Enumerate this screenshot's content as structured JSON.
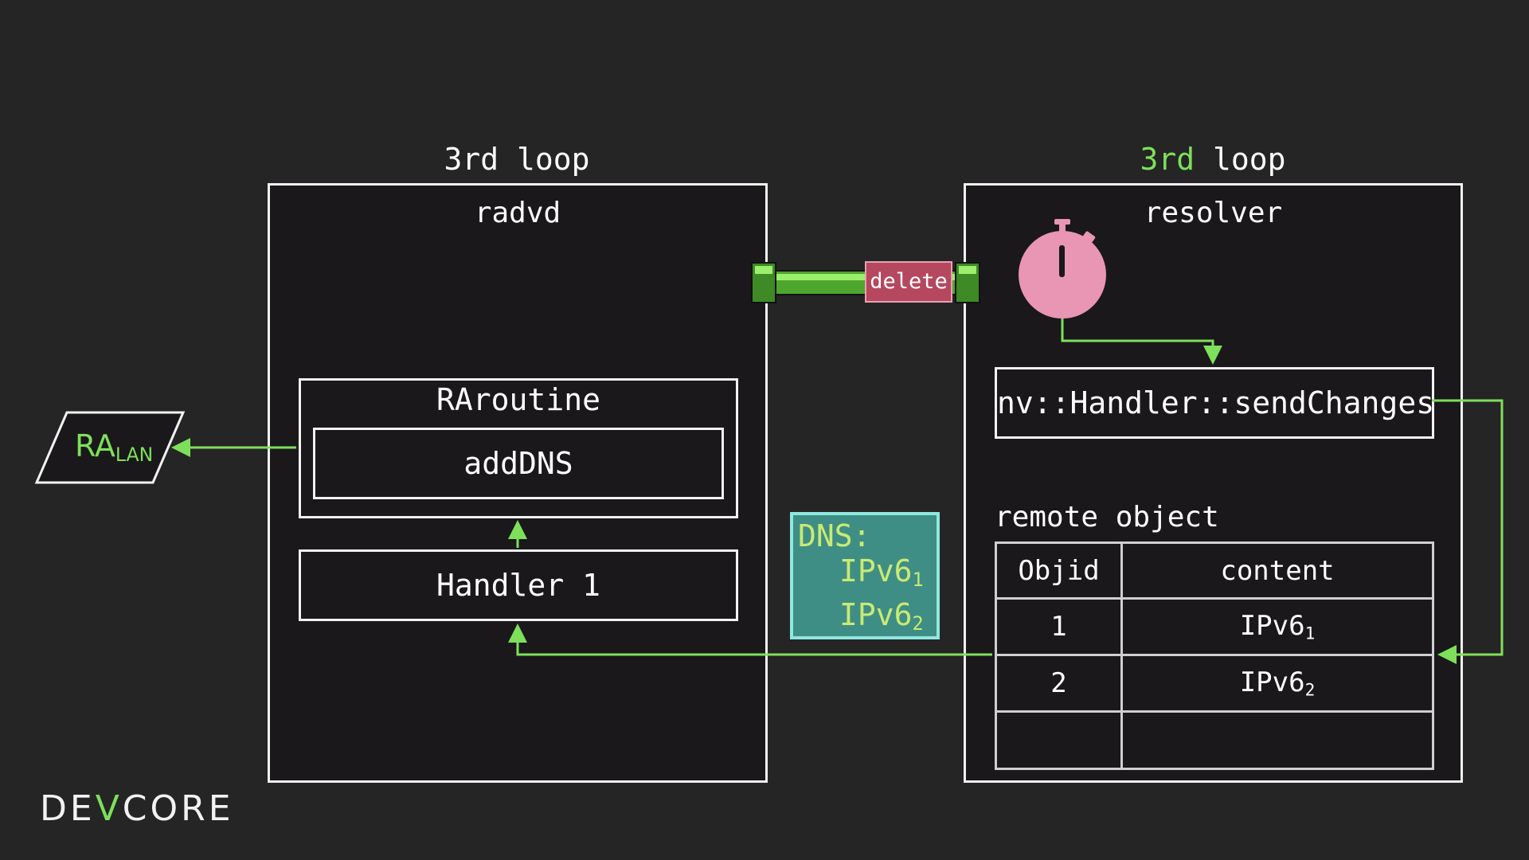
{
  "left_loop": {
    "prefix": "3rd",
    "suffix": "loop"
  },
  "right_loop": {
    "prefix": "3rd",
    "suffix": "loop"
  },
  "left_process": {
    "title": "radvd",
    "routine": "RAroutine",
    "function": "addDNS",
    "handler": "Handler 1"
  },
  "ra_lan": {
    "main": "RA",
    "sub": "LAN"
  },
  "pipe_label": "delete",
  "dns_note": {
    "title": "DNS:",
    "entries": [
      {
        "main": "IPv6",
        "sub": "1"
      },
      {
        "main": "IPv6",
        "sub": "2"
      }
    ]
  },
  "right_process": {
    "title": "resolver",
    "send_changes": "nv::Handler::sendChanges",
    "remote_object_label": "remote object",
    "table": {
      "headers": [
        "Objid",
        "content"
      ],
      "rows": [
        {
          "objid": "1",
          "content_main": "IPv6",
          "content_sub": "1"
        },
        {
          "objid": "2",
          "content_main": "IPv6",
          "content_sub": "2"
        },
        {
          "objid": "",
          "content_main": "",
          "content_sub": ""
        }
      ]
    }
  },
  "logo": {
    "left": "DE",
    "mark": "V",
    "right": "CORE"
  },
  "colors": {
    "background": "#252525",
    "accent_green": "#7ee05a",
    "timer_pink": "#e995b4",
    "delete_red": "#b5475e",
    "dns_teal": "#3f8e85",
    "dns_border": "#8ee8de"
  }
}
